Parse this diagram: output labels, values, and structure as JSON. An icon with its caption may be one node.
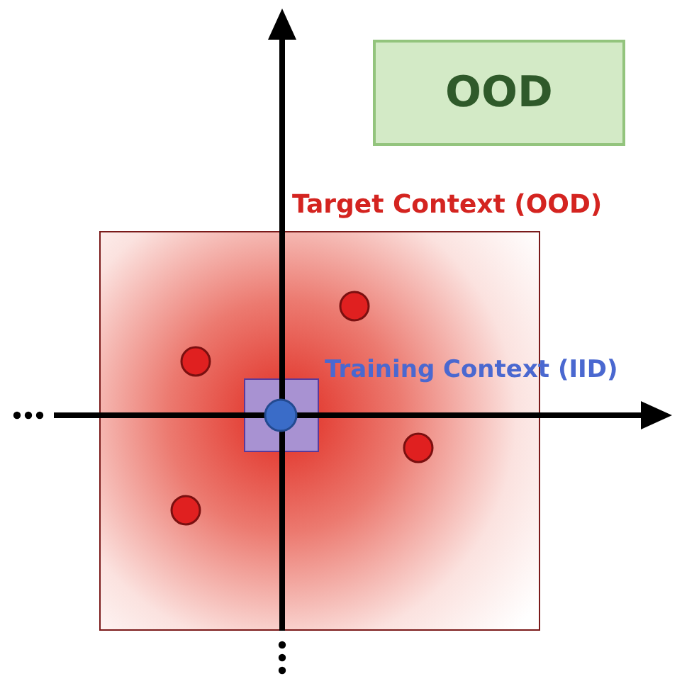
{
  "diagram": {
    "nodes": [
      {
        "text": [
          "OOD"
        ]
      },
      {
        "text": [
          "Target Context (OOD)"
        ]
      },
      {
        "text": [
          "Training Context (IID)"
        ],
        "in": 1
      }
    ]
  }
}
